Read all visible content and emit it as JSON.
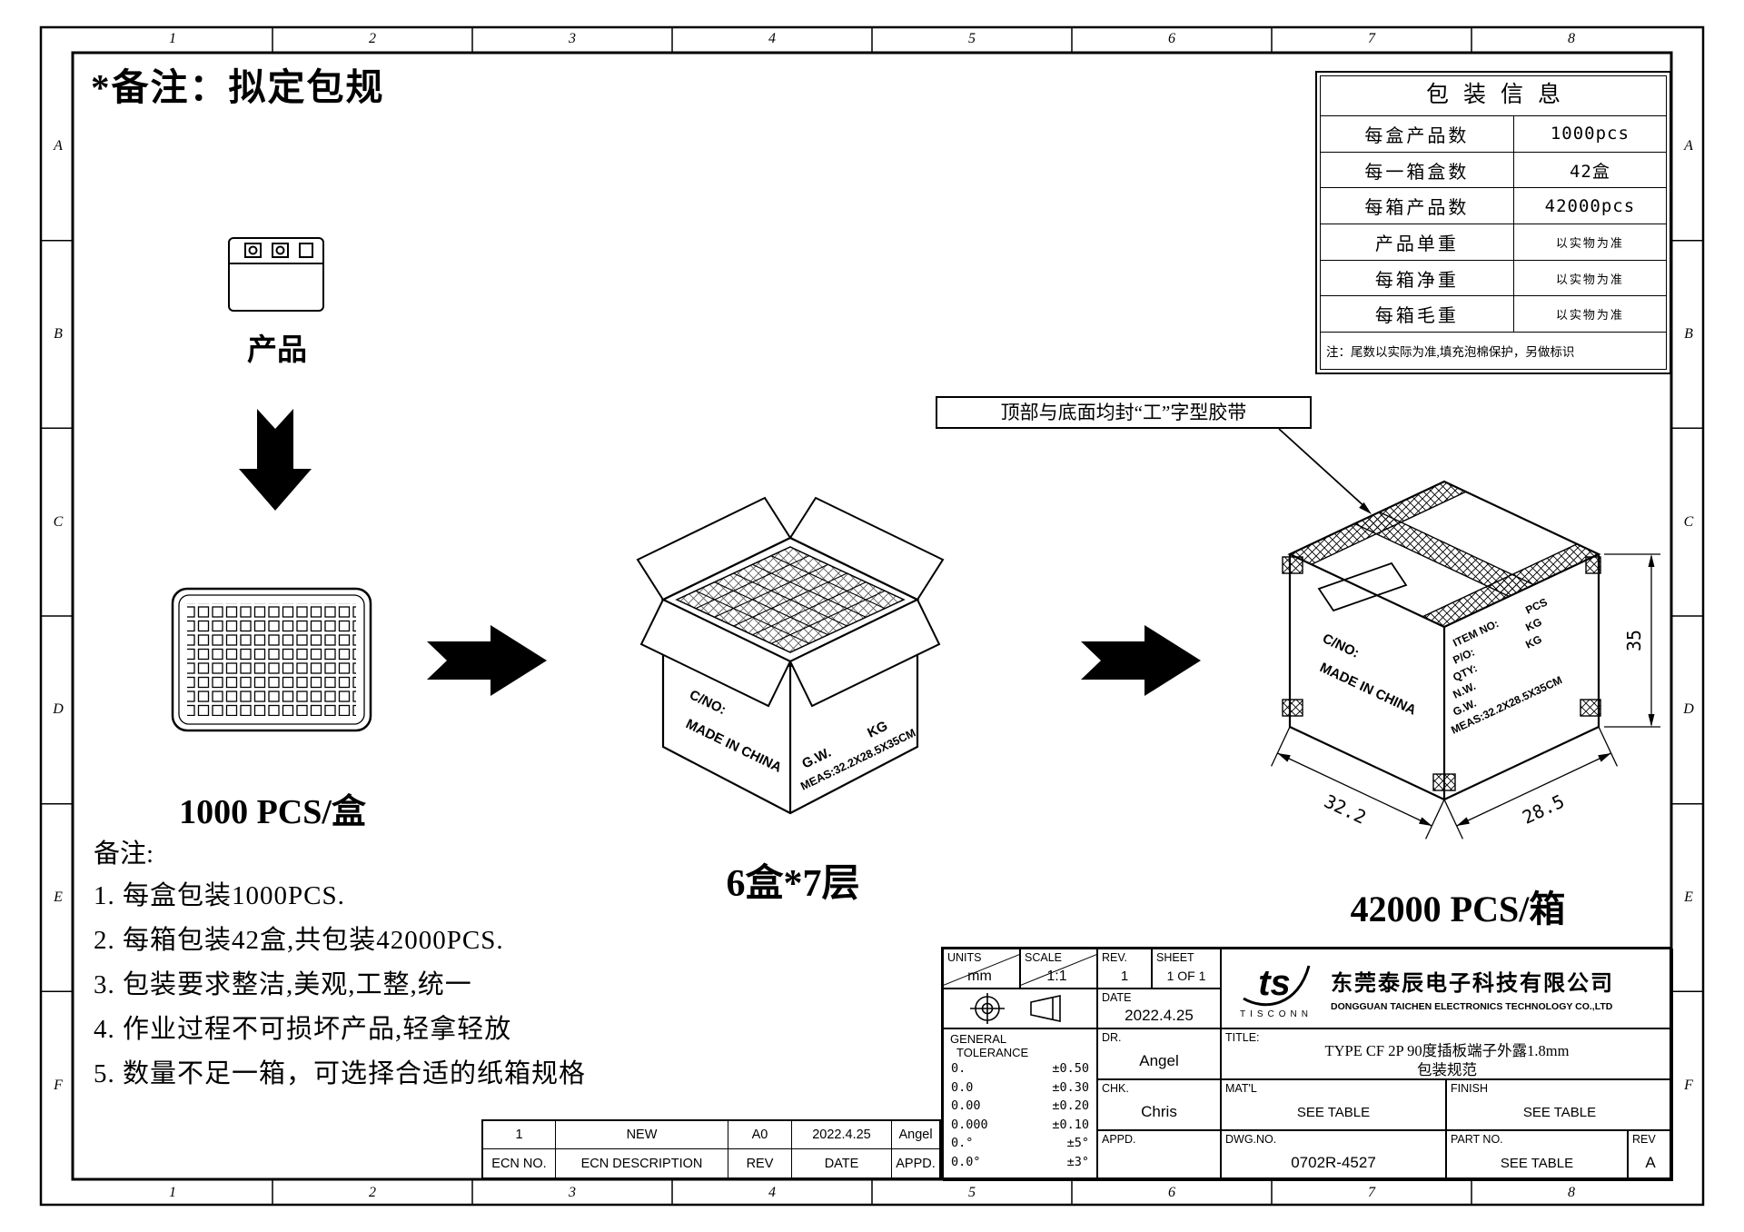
{
  "sheet": {
    "title": "*备注：拟定包规",
    "border_cols": [
      "1",
      "2",
      "3",
      "4",
      "5",
      "6",
      "7",
      "8"
    ],
    "border_rows": [
      "A",
      "B",
      "C",
      "D",
      "E",
      "F"
    ]
  },
  "package_info": {
    "title": "包装信息",
    "rows": [
      {
        "label": "每盒产品数",
        "value": "1000pcs"
      },
      {
        "label": "每一箱盒数",
        "value": "42盒"
      },
      {
        "label": "每箱产品数",
        "value": "42000pcs"
      },
      {
        "label": "产品单重",
        "value": "以实物为准"
      },
      {
        "label": "每箱净重",
        "value": "以实物为准"
      },
      {
        "label": "每箱毛重",
        "value": "以实物为准"
      }
    ],
    "note": "注：尾数以实际为准,填充泡棉保护，另做标识"
  },
  "flow": {
    "product_label": "产品",
    "tray_label": "1000 PCS/盒",
    "open_carton_label": "6盒*7层",
    "closed_carton_label": "42000 PCS/箱",
    "tape_callout": "顶部与底面均封“工”字型胶带"
  },
  "open_carton": {
    "cno": "C/NO:",
    "made_in": "MADE IN CHINA",
    "gw": "G.W.",
    "kg": "KG",
    "meas": "MEAS:32.2X28.5X35CM"
  },
  "closed_carton": {
    "cno": "C/NO:",
    "made_in": "MADE IN CHINA",
    "item_no": "ITEM NO:",
    "po": "P/O:",
    "qty": "QTY:",
    "nw": "N.W.",
    "gw": "G.W.",
    "pcs": "PCS",
    "kg1": "KG",
    "kg2": "KG",
    "meas": "MEAS:32.2X28.5X35CM",
    "dim_height": "35",
    "dim_length": "32.2",
    "dim_width": "28.5"
  },
  "notes": {
    "heading": "备注:",
    "items": [
      "1. 每盒包装1000PCS.",
      "2. 每箱包装42盒,共包装42000PCS.",
      "3. 包装要求整洁,美观,工整,统一",
      "4. 作业过程不可损坏产品,轻拿轻放",
      "5. 数量不足一箱，可选择合适的纸箱规格"
    ]
  },
  "title_block": {
    "units_label": "UNITS",
    "units_value": "mm",
    "scale_label": "SCALE",
    "scale_value": "1:1",
    "rev_label": "REV.",
    "rev_value": "1",
    "sheet_label": "SHEET",
    "sheet_value": "1 OF 1",
    "date_label": "DATE",
    "date_value": "2022.4.25",
    "dr_label": "DR.",
    "dr_value": "Angel",
    "chk_label": "CHK.",
    "chk_value": "Chris",
    "appd_label": "APPD.",
    "appd_value": "",
    "tolerance_title_1": "GENERAL",
    "tolerance_title_2": "TOLERANCE",
    "tolerances": [
      {
        "digits": "0.",
        "tol": "±0.50"
      },
      {
        "digits": "0.0",
        "tol": "±0.30"
      },
      {
        "digits": "0.00",
        "tol": "±0.20"
      },
      {
        "digits": "0.000",
        "tol": "±0.10"
      },
      {
        "digits": "0.°",
        "tol": "±5°"
      },
      {
        "digits": "0.0°",
        "tol": "±3°"
      }
    ],
    "brand": "TISCONN",
    "company_cn": "东莞泰辰电子科技有限公司",
    "company_en": "DONGGUAN TAICHEN ELECTRONICS TECHNOLOGY CO.,LTD",
    "title_label": "TITLE:",
    "drawing_title_1": "TYPE CF 2P 90度插板端子外露1.8mm",
    "drawing_title_2": "包装规范",
    "matl_label": "MAT'L",
    "matl_value": "SEE TABLE",
    "finish_label": "FINISH",
    "finish_value": "SEE TABLE",
    "dwg_label": "DWG.NO.",
    "dwg_value": "0702R-4527",
    "part_label": "PART NO.",
    "part_value": "SEE TABLE",
    "rev2_label": "REV",
    "rev2_value": "A"
  },
  "revision_table": {
    "entry": [
      "1",
      "NEW",
      "A0",
      "2022.4.25",
      "Angel"
    ],
    "headers": [
      "ECN NO.",
      "ECN DESCRIPTION",
      "REV",
      "DATE",
      "APPD."
    ]
  }
}
